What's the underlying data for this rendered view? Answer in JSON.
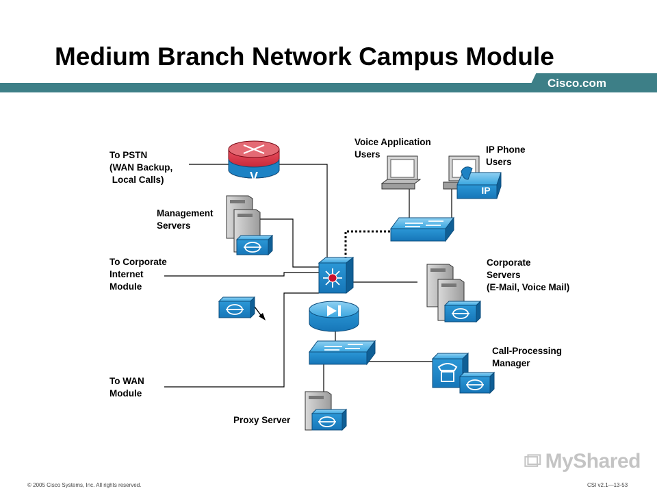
{
  "slide": {
    "title": "Medium Branch Network Campus Module",
    "brand": "Cisco.com",
    "footer_left": "© 2005 Cisco Systems, Inc. All rights reserved.",
    "footer_right": "CSI v2.1—13-53",
    "watermark": "MyShared"
  },
  "labels": {
    "pstn": "To PSTN\n(WAN Backup,\n Local Calls)",
    "management": "Management\nServers",
    "corp_internet": "To Corporate\nInternet\nModule",
    "wan": "To WAN\nModule",
    "proxy": "Proxy Server",
    "voice_app": "Voice Application\nUsers",
    "ip_phone": "IP Phone\nUsers",
    "corp_servers": "Corporate\nServers\n(E-Mail, Voice Mail)",
    "call_processing": "Call-Processing\nManager"
  },
  "icons": {
    "router_glyph": "V",
    "phone_glyph": "IP"
  },
  "colors": {
    "band": "#3d7f87",
    "device_blue": "#1f8fd0",
    "router_red": "#c8102e",
    "server_gray": "#b8b8b8"
  }
}
